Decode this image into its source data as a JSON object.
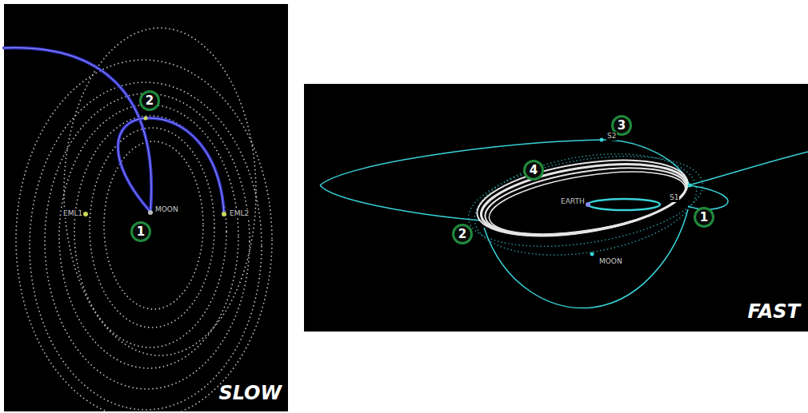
{
  "diagram": {
    "nodes": [
      {
        "text": [
          "2"
        ]
      },
      {
        "text": [
          "1"
        ]
      },
      {
        "text": [
          "3"
        ]
      },
      {
        "text": [
          "4"
        ]
      },
      {
        "text": [
          "1"
        ]
      },
      {
        "text": [
          "2"
        ]
      }
    ],
    "labels": [
      "EML1",
      "MOON",
      "EML2",
      "SLOW",
      "S2",
      "EARTH",
      "S1",
      "MOON",
      "FAST"
    ]
  }
}
